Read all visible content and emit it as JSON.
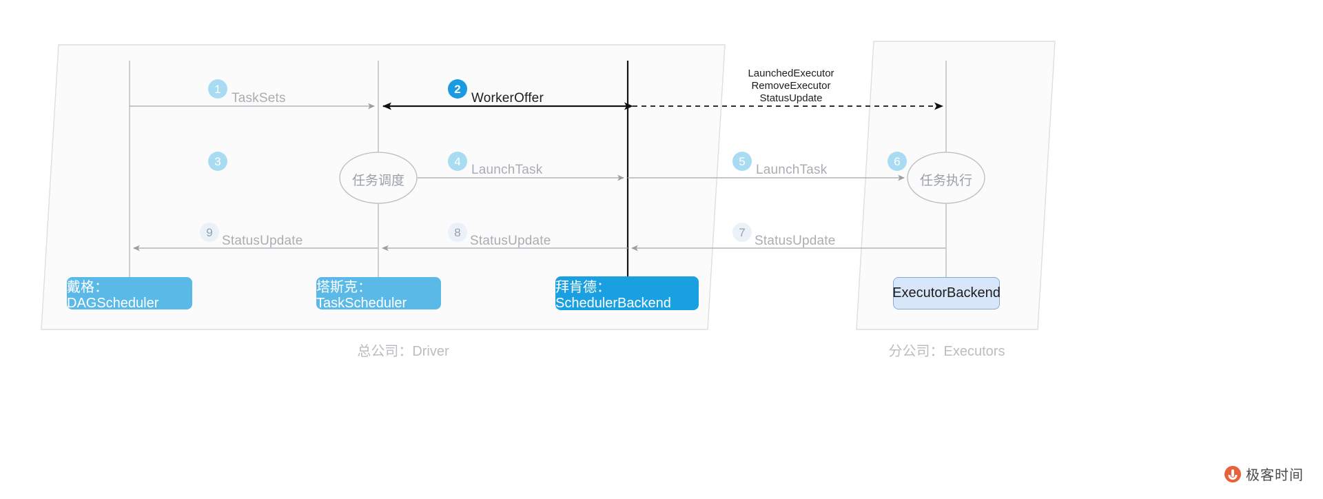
{
  "panels": [
    {
      "id": "driver",
      "caption": "总公司：Driver"
    },
    {
      "id": "executors",
      "caption": "分公司：Executors"
    }
  ],
  "nodes": [
    {
      "id": "dagscheduler",
      "label": "戴格：DAGScheduler"
    },
    {
      "id": "taskscheduler",
      "label": "塔斯克：TaskScheduler"
    },
    {
      "id": "schedulerbackend",
      "label": "拜肯德：SchedulerBackend"
    },
    {
      "id": "executorbackend",
      "label": "ExecutorBackend"
    }
  ],
  "ellipses": [
    {
      "id": "task-scheduling",
      "label": "任务调度"
    },
    {
      "id": "task-execution",
      "label": "任务执行"
    }
  ],
  "messages": [
    {
      "step": "1",
      "label": "TaskSets",
      "style": "pale",
      "row": "top"
    },
    {
      "step": "2",
      "label": "WorkerOffer",
      "style": "strong",
      "row": "top"
    },
    {
      "step": "3",
      "label": "",
      "style": "pale",
      "row": "middle"
    },
    {
      "step": "4",
      "label": "LaunchTask",
      "style": "pale",
      "row": "middle"
    },
    {
      "step": "5",
      "label": "LaunchTask",
      "style": "pale",
      "row": "middle"
    },
    {
      "step": "6",
      "label": "",
      "style": "pale",
      "row": "middle"
    },
    {
      "step": "7",
      "label": "StatusUpdate",
      "style": "faint",
      "row": "bottom"
    },
    {
      "step": "8",
      "label": "StatusUpdate",
      "style": "faint",
      "row": "bottom"
    },
    {
      "step": "9",
      "label": "StatusUpdate",
      "style": "faint",
      "row": "bottom"
    }
  ],
  "dashed_arrow": {
    "lines": [
      "LaunchedExecutor",
      "RemoveExecutor",
      "StatusUpdate"
    ]
  },
  "watermark": {
    "text": "极客时间"
  },
  "colors": {
    "badge_strong": "#1a9ae0",
    "badge_pale": "#a9dcf2",
    "badge_faint": "#eaf1f9",
    "node_light": "#5bb9e8",
    "node_strong": "#1a9fe0",
    "node_pale": "#d7e6f8",
    "line_gray": "#b0b4b9",
    "line_dark": "#1d1d1d",
    "panel_border": "#dcdee1",
    "panel_fill": "#fbfbfc"
  }
}
